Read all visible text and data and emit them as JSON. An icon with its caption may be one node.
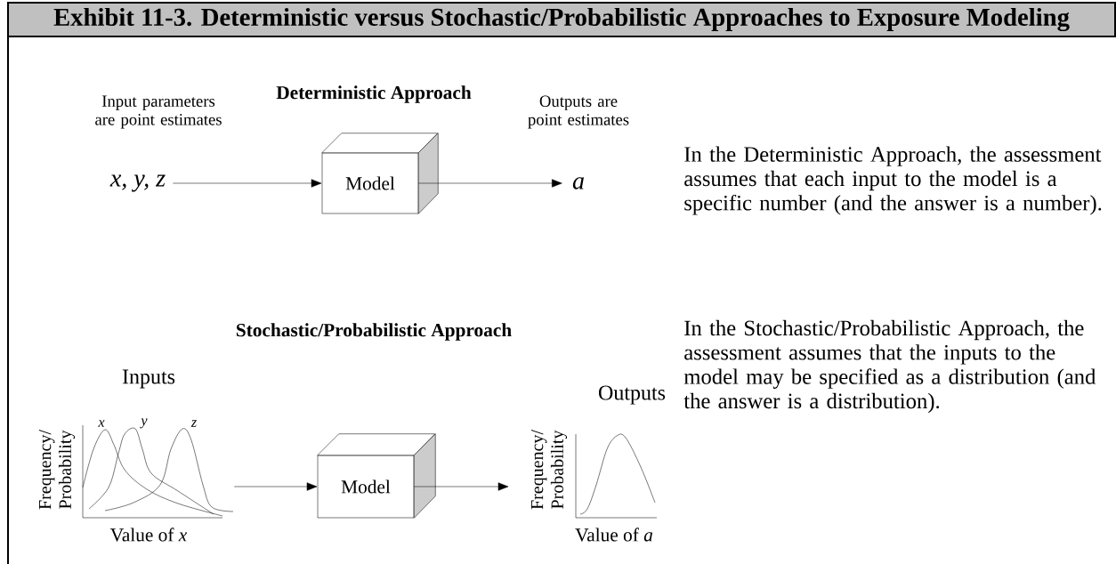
{
  "diagram": {
    "title": "Exhibit 11-3.  Deterministic versus Stochastic/Probabilistic Approaches to Exposure Modeling",
    "nodes": [
      {
        "text": [
          "x, y, z"
        ],
        "beside": [
          "Input parameters are point estimates"
        ]
      },
      {
        "text": [
          "Model"
        ]
      },
      {
        "text": [
          "a"
        ]
      },
      {
        "text": [
          "Inputs",
          "x",
          "y",
          "z"
        ],
        "beside": [
          "Frequency/ Probability",
          "Value of *x*"
        ]
      },
      {
        "text": [
          "Model"
        ]
      },
      {
        "text": [
          "Outputs"
        ],
        "beside": [
          "Frequency/ Probability",
          "Value of *a*"
        ]
      }
    ],
    "edges": [
      {
        "from": 0,
        "to": 1,
        "arrow": "to"
      },
      {
        "from": 1,
        "to": 2,
        "arrow": "to"
      },
      {
        "from": 3,
        "to": 4,
        "arrow": "to"
      },
      {
        "from": 4,
        "to": 5,
        "arrow": "to"
      }
    ],
    "labels": [
      "Deterministic Approach",
      "Outputs are point estimates",
      "Stochastic/Probabilistic Approach",
      "In the Deterministic Approach, the assessment assumes that each input to the model is a specific number (and the answer is a number).",
      "In the Stochastic/Probabilistic Approach, the assessment assumes that the inputs to the model may be specified as a distribution (and the answer is a distribution)."
    ]
  }
}
